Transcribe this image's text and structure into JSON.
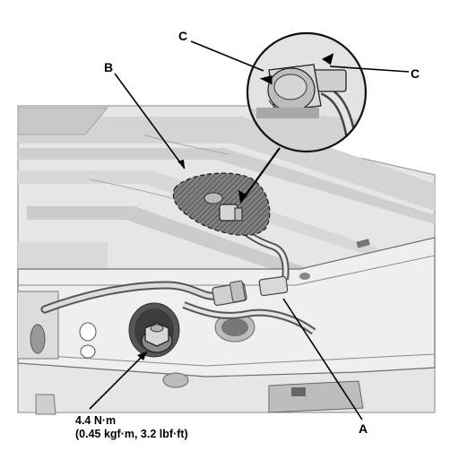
{
  "callouts": {
    "a": "A",
    "b": "B",
    "c_left": "C",
    "c_right": "C"
  },
  "torque": {
    "metric": "4.4 N·m",
    "imperial": "(0.45 kgf·m, 3.2 lbf·ft)"
  }
}
